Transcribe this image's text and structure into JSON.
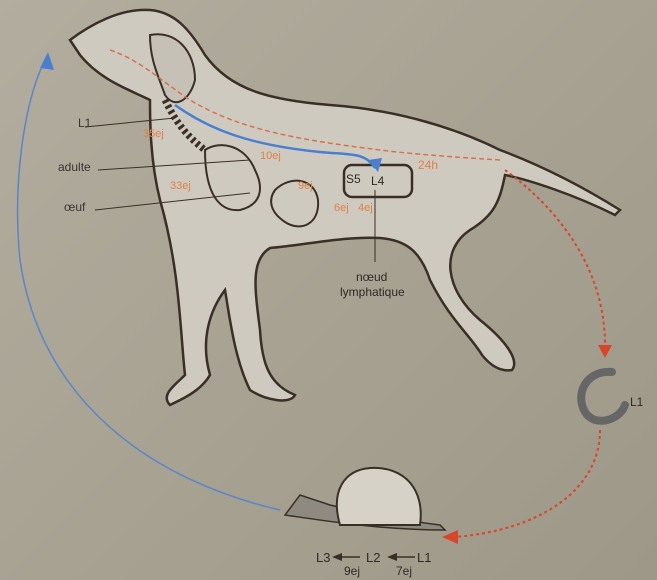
{
  "labels": {
    "l1_host": "L1",
    "adulte": "adulte",
    "oeuf": "œuf",
    "node_s5": "S5",
    "node_l4": "L4",
    "node_caption_1": "nœud",
    "node_caption_2": "lymphatique",
    "l1_free": "L1"
  },
  "timings": {
    "t_l1": "35ej",
    "t_adult": "10ej",
    "t_egg": "33ej",
    "t_heart": "9ej",
    "t_6": "6ej",
    "t_4": "4ej",
    "t_24h": "24h"
  },
  "snail": {
    "l3": "L3",
    "l2": "L2",
    "l1": "L1",
    "d_l2_l3": "9ej",
    "d_l1_l2": "7ej"
  },
  "colors": {
    "blue_path": "#4a7fd0",
    "red_path": "#d8452a",
    "orange_text": "#e0804a"
  }
}
